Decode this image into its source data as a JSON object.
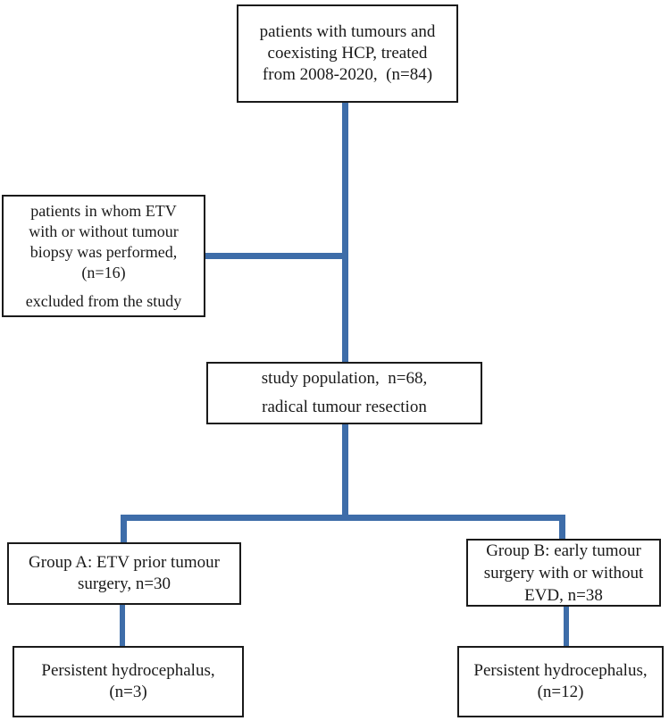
{
  "figure": {
    "type": "flowchart",
    "connector_color": "#3e6da9",
    "box_border_color": "#1a1a1a",
    "background_color": "#ffffff"
  },
  "boxes": {
    "top": {
      "lines": [
        "patients with tumours and",
        "coexisting HCP, treated",
        "from 2008-2020,  (n=84)"
      ]
    },
    "excluded": {
      "lines": [
        "patients in whom ETV",
        "with or without tumour",
        "biopsy was performed,",
        "(n=16)"
      ],
      "footer": "excluded from the study"
    },
    "study": {
      "lines": [
        "study population,  n=68,",
        "radical tumour resection"
      ]
    },
    "group_a": {
      "lines": [
        "Group A: ETV prior tumour",
        "surgery, n=30"
      ]
    },
    "group_b": {
      "lines": [
        "Group B: early tumour",
        "surgery with or without",
        "EVD, n=38"
      ]
    },
    "persistent_a": {
      "lines": [
        "Persistent hydrocephalus,",
        "(n=3)"
      ]
    },
    "persistent_b": {
      "lines": [
        "Persistent hydrocephalus,",
        "(n=12)"
      ]
    }
  }
}
